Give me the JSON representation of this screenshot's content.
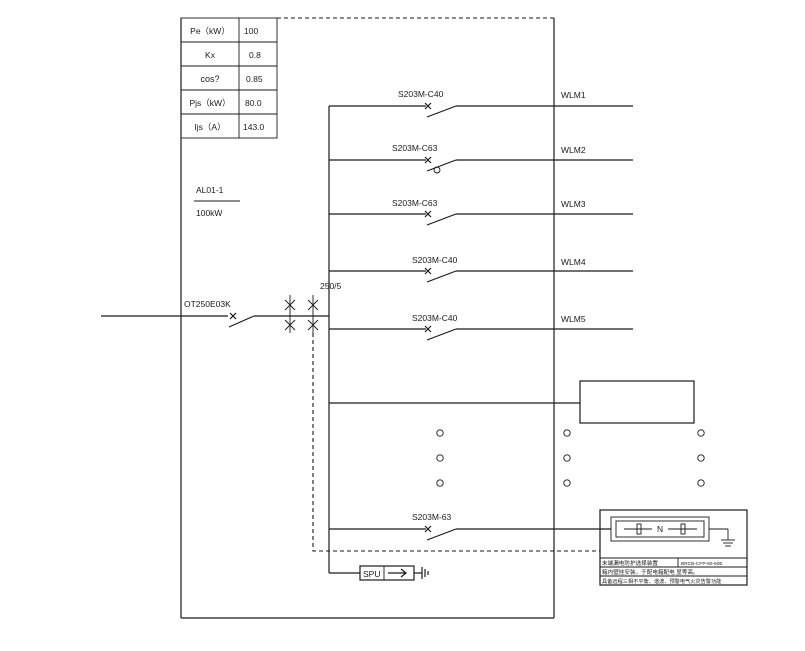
{
  "params_table": [
    {
      "label": "Pe（kW）",
      "value": "100"
    },
    {
      "label": "Kx",
      "value": "0.8"
    },
    {
      "label": "cos?",
      "value": "0.85"
    },
    {
      "label": "Pjs（kW）",
      "value": "80.0"
    },
    {
      "label": "Ijs（A）",
      "value": "143.0"
    }
  ],
  "panel": {
    "id": "AL01-1",
    "power": "100kW"
  },
  "incoming": {
    "breaker": "OT250E03K",
    "ct_ratio": "250/5"
  },
  "circuits": [
    {
      "breaker": "S203M-C40",
      "line": "WLM1"
    },
    {
      "breaker": "S203M-C63",
      "line": "WLM2"
    },
    {
      "breaker": "S203M-C63",
      "line": "WLM3"
    },
    {
      "breaker": "S203M-C40",
      "line": "WLM4"
    },
    {
      "breaker": "S203M-C40",
      "line": "WLM5"
    }
  ],
  "spd_breaker": "S203M-63",
  "spd_label": "SPU",
  "neutral_label": "N",
  "fault_device": {
    "title": "末端漏电防护选择装置",
    "model": "BRCB-CFP-60-60E",
    "note1": "箱内壁挂安装，于配电箱配电 显等高。",
    "note2": "具备远程三相不平衡、谐波、预警电气火灾告警功能"
  }
}
